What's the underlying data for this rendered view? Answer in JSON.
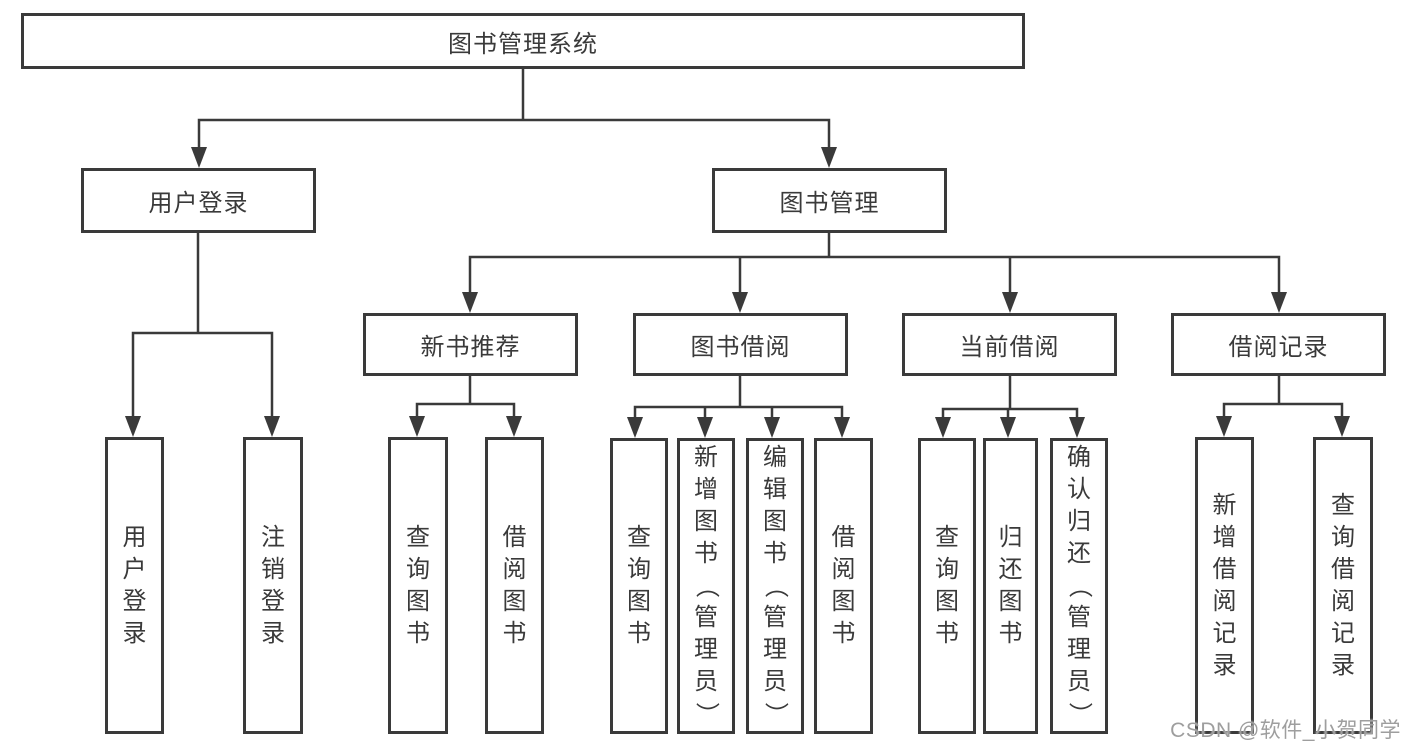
{
  "watermark": "CSDN @软件_小贺同学",
  "colors": {
    "line": "#3a3a3a",
    "text": "#3a3a3a",
    "background": "#ffffff",
    "watermark": "#9e9e9e"
  },
  "tree": {
    "root": {
      "label": "图书管理系统"
    },
    "branches": [
      {
        "label": "用户登录",
        "leaves": [
          {
            "label": "用户登录"
          },
          {
            "label": "注销登录"
          }
        ]
      },
      {
        "label": "图书管理",
        "groups": [
          {
            "label": "新书推荐",
            "leaves": [
              {
                "label": "查询图书"
              },
              {
                "label": "借阅图书"
              }
            ]
          },
          {
            "label": "图书借阅",
            "leaves": [
              {
                "label": "查询图书"
              },
              {
                "label": "新增图书（管理员）"
              },
              {
                "label": "编辑图书（管理员）"
              },
              {
                "label": "借阅图书"
              }
            ]
          },
          {
            "label": "当前借阅",
            "leaves": [
              {
                "label": "查询图书"
              },
              {
                "label": "归还图书"
              },
              {
                "label": "确认归还（管理员）"
              }
            ]
          },
          {
            "label": "借阅记录",
            "leaves": [
              {
                "label": "新增借阅记录"
              },
              {
                "label": "查询借阅记录"
              }
            ]
          }
        ]
      }
    ]
  }
}
